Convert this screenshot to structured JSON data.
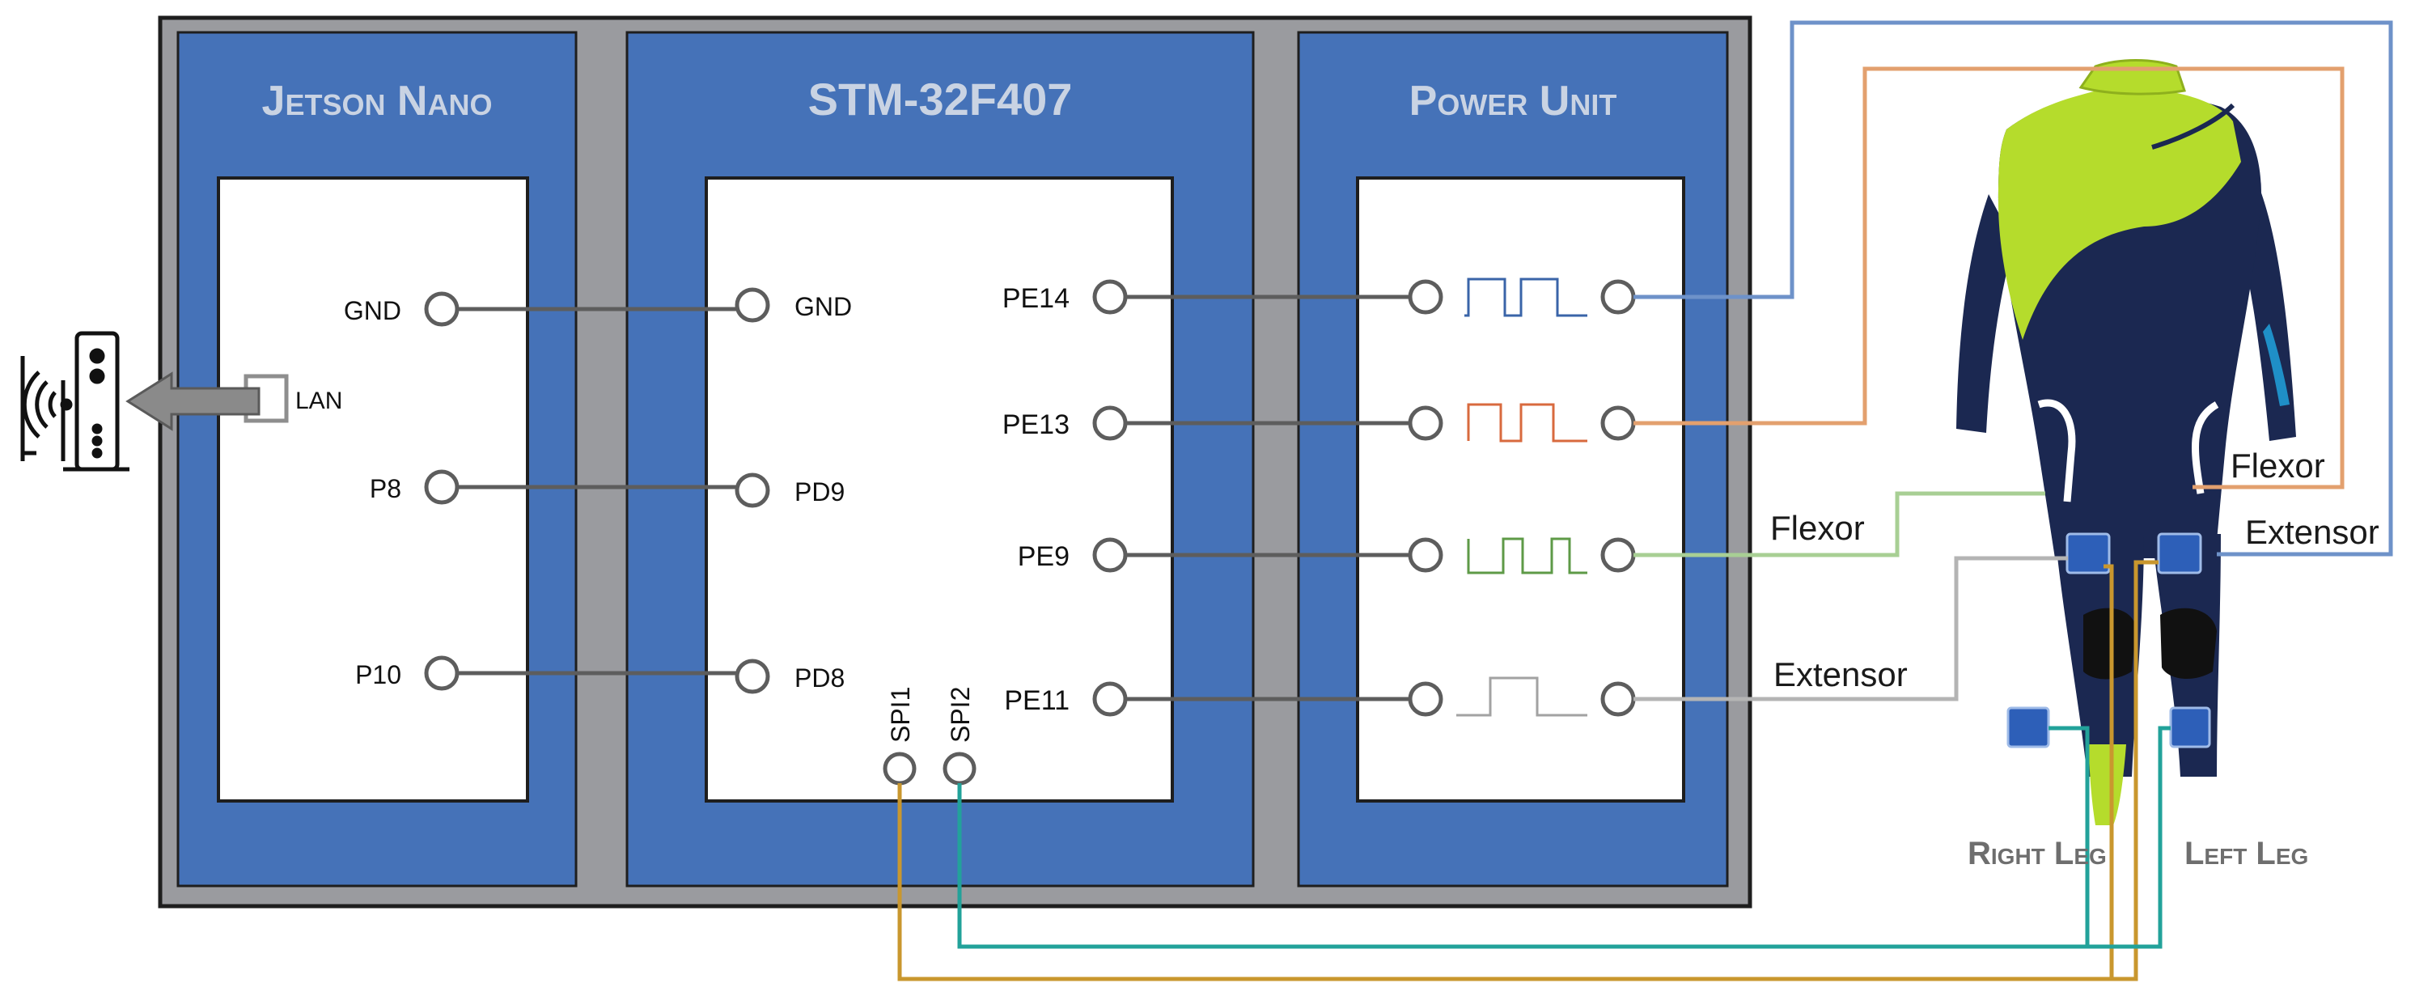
{
  "blocks": {
    "jetson": {
      "title": "Jetson Nano",
      "pins": {
        "gnd": "GND",
        "p8": "P8",
        "p10": "P10",
        "lan": "LAN"
      }
    },
    "stm": {
      "title": "STM-32F407",
      "pins": {
        "gnd": "GND",
        "pd9": "PD9",
        "pd8": "PD8",
        "pe14": "PE14",
        "pe13": "PE13",
        "pe9": "PE9",
        "pe11": "PE11",
        "spi1": "SPI1",
        "spi2": "SPI2"
      }
    },
    "power": {
      "title": "Power Unit"
    }
  },
  "suit": {
    "right_leg": "Right Leg",
    "left_leg": "Left Leg",
    "labels": {
      "flexor_right": "Flexor",
      "extensor_right": "Extensor",
      "flexor_left": "Flexor",
      "extensor_left": "Extensor"
    }
  },
  "colors": {
    "frame": "#9a9b9f",
    "panel": "#4572b8",
    "pe14_wire": "#6e92c9",
    "pe13_wire": "#e3a06e",
    "pe9_wire": "#a8cf94",
    "pe11_wire": "#b4b4b4",
    "spi1_wire": "#c9972e",
    "spi2_wire": "#22a29a",
    "suit_navy": "#1b2851",
    "suit_lime": "#b5dc2c"
  }
}
